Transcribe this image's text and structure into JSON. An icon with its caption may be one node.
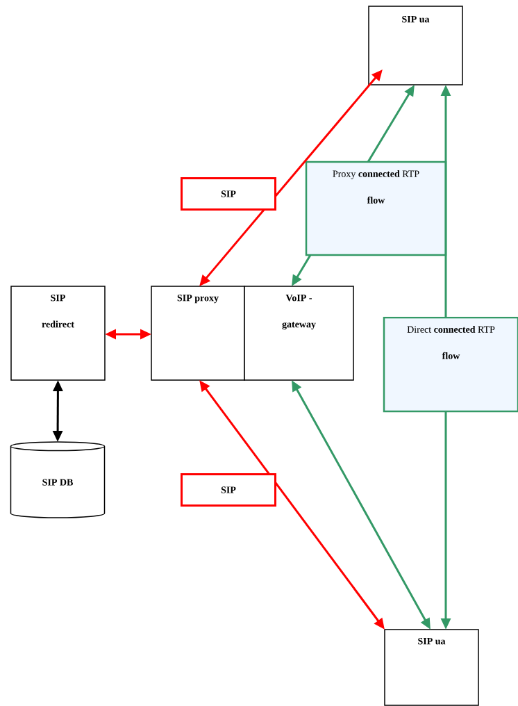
{
  "diagram": {
    "nodes": [
      {
        "text": [
          "SIP ua"
        ]
      },
      {
        "text": [
          "Proxy **connected** RTP **flow**"
        ]
      },
      {
        "text": [
          "SIP redirect"
        ]
      },
      {
        "text": [
          "SIP proxy"
        ]
      },
      {
        "text": [
          "VoIP - gateway"
        ]
      },
      {
        "text": [
          "Direct **connected** RTP **flow**"
        ]
      },
      {
        "text": [
          "SIP DB"
        ]
      },
      {
        "text": [
          "SIP ua"
        ]
      }
    ],
    "edges": [
      {
        "from": 3,
        "to": 0,
        "arrow": "both",
        "label": "SIP",
        "color": "#ff0000"
      },
      {
        "from": 1,
        "to": 0,
        "arrow": "to",
        "color": "#339966"
      },
      {
        "from": 5,
        "to": 0,
        "arrow": "to",
        "color": "#339966"
      },
      {
        "from": 1,
        "to": 4,
        "arrow": "to",
        "color": "#339966"
      },
      {
        "from": 2,
        "to": 3,
        "arrow": "both",
        "color": "#ff0000"
      },
      {
        "from": 2,
        "to": 6,
        "arrow": "both",
        "color": "#000000"
      },
      {
        "from": 3,
        "to": 7,
        "arrow": "both",
        "label": "SIP",
        "color": "#ff0000"
      },
      {
        "from": 4,
        "to": 7,
        "arrow": "both",
        "color": "#339966"
      },
      {
        "from": 5,
        "to": 7,
        "arrow": "to",
        "color": "#339966"
      }
    ]
  }
}
